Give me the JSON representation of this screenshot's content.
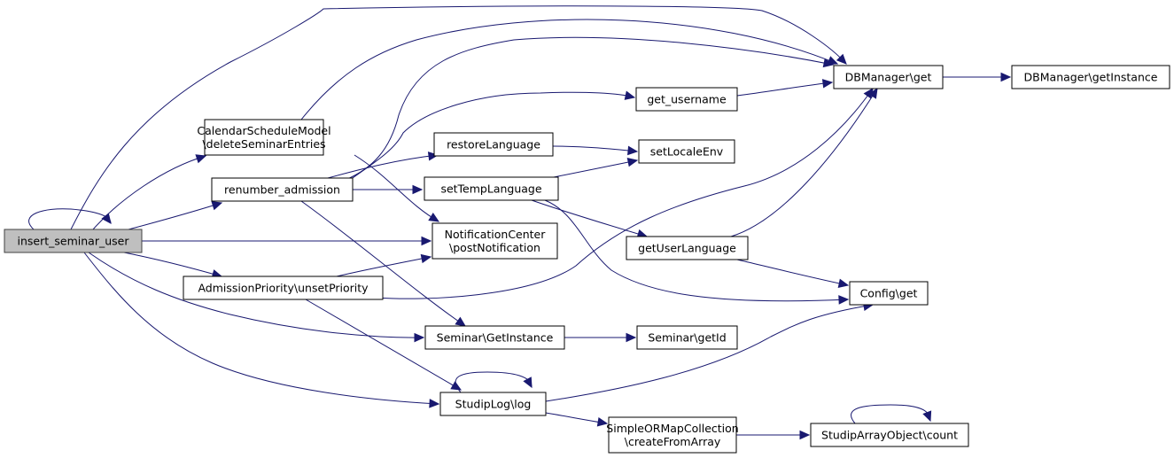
{
  "graph": {
    "title": "insert_seminar_user call graph",
    "edge_color": "#191970",
    "root_fill": "#bfbfbf",
    "nodes": [
      {
        "id": "insert_seminar_user",
        "lines": [
          "insert_seminar_user"
        ],
        "root": true
      },
      {
        "id": "deleteSeminarEntries",
        "lines": [
          "CalendarScheduleModel",
          "\\deleteSeminarEntries"
        ]
      },
      {
        "id": "renumber_admission",
        "lines": [
          "renumber_admission"
        ]
      },
      {
        "id": "unsetPriority",
        "lines": [
          "AdmissionPriority\\unsetPriority"
        ]
      },
      {
        "id": "restoreLanguage",
        "lines": [
          "restoreLanguage"
        ]
      },
      {
        "id": "setTempLanguage",
        "lines": [
          "setTempLanguage"
        ]
      },
      {
        "id": "postNotification",
        "lines": [
          "NotificationCenter",
          "\\postNotification"
        ]
      },
      {
        "id": "SeminarGetInstance",
        "lines": [
          "Seminar\\GetInstance"
        ]
      },
      {
        "id": "StudipLog",
        "lines": [
          "StudipLog\\log"
        ]
      },
      {
        "id": "get_username",
        "lines": [
          "get_username"
        ]
      },
      {
        "id": "setLocaleEnv",
        "lines": [
          "setLocaleEnv"
        ]
      },
      {
        "id": "getUserLanguage",
        "lines": [
          "getUserLanguage"
        ]
      },
      {
        "id": "SeminarGetId",
        "lines": [
          "Seminar\\getId"
        ]
      },
      {
        "id": "createFromArray",
        "lines": [
          "SimpleORMapCollection",
          "\\createFromArray"
        ]
      },
      {
        "id": "DBManagerGet",
        "lines": [
          "DBManager\\get"
        ]
      },
      {
        "id": "ConfigGet",
        "lines": [
          "Config\\get"
        ]
      },
      {
        "id": "StudipArrayCount",
        "lines": [
          "StudipArrayObject\\count"
        ]
      },
      {
        "id": "DBManagerGetInstance",
        "lines": [
          "DBManager\\getInstance"
        ]
      }
    ],
    "edges": [
      [
        "insert_seminar_user",
        "insert_seminar_user"
      ],
      [
        "insert_seminar_user",
        "deleteSeminarEntries"
      ],
      [
        "insert_seminar_user",
        "renumber_admission"
      ],
      [
        "insert_seminar_user",
        "postNotification"
      ],
      [
        "insert_seminar_user",
        "unsetPriority"
      ],
      [
        "insert_seminar_user",
        "SeminarGetInstance"
      ],
      [
        "insert_seminar_user",
        "StudipLog"
      ],
      [
        "insert_seminar_user",
        "DBManagerGet"
      ],
      [
        "deleteSeminarEntries",
        "DBManagerGet"
      ],
      [
        "deleteSeminarEntries",
        "postNotification"
      ],
      [
        "renumber_admission",
        "DBManagerGet"
      ],
      [
        "renumber_admission",
        "get_username"
      ],
      [
        "renumber_admission",
        "restoreLanguage"
      ],
      [
        "renumber_admission",
        "setTempLanguage"
      ],
      [
        "renumber_admission",
        "SeminarGetInstance"
      ],
      [
        "unsetPriority",
        "postNotification"
      ],
      [
        "unsetPriority",
        "DBManagerGet"
      ],
      [
        "unsetPriority",
        "StudipLog"
      ],
      [
        "restoreLanguage",
        "setLocaleEnv"
      ],
      [
        "setTempLanguage",
        "setLocaleEnv"
      ],
      [
        "setTempLanguage",
        "getUserLanguage"
      ],
      [
        "setTempLanguage",
        "ConfigGet"
      ],
      [
        "get_username",
        "DBManagerGet"
      ],
      [
        "getUserLanguage",
        "DBManagerGet"
      ],
      [
        "getUserLanguage",
        "ConfigGet"
      ],
      [
        "SeminarGetInstance",
        "SeminarGetId"
      ],
      [
        "StudipLog",
        "StudipLog"
      ],
      [
        "StudipLog",
        "ConfigGet"
      ],
      [
        "StudipLog",
        "createFromArray"
      ],
      [
        "createFromArray",
        "StudipArrayCount"
      ],
      [
        "StudipArrayCount",
        "StudipArrayCount"
      ],
      [
        "DBManagerGet",
        "DBManagerGetInstance"
      ]
    ]
  }
}
